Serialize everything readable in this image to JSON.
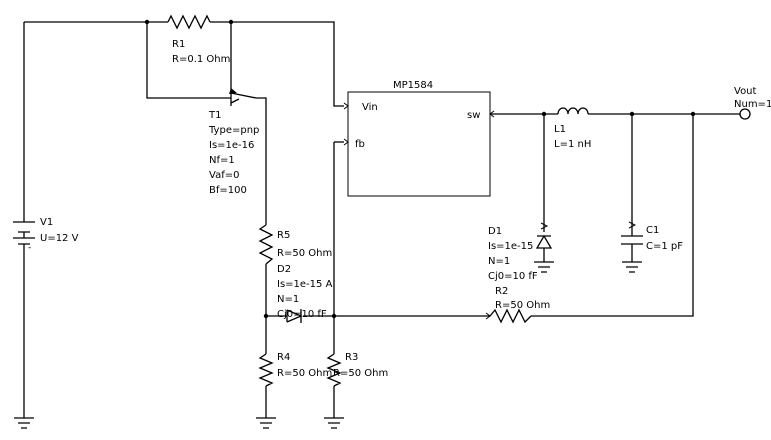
{
  "components": {
    "r1": {
      "name": "R1",
      "params": [
        "R=0.1 Ohm"
      ]
    },
    "t1": {
      "name": "T1",
      "params": [
        "Type=pnp",
        "Is=1e-16",
        "Nf=1",
        "Vaf=0",
        "Bf=100"
      ]
    },
    "v1": {
      "name": "V1",
      "params": [
        "U=12 V"
      ]
    },
    "r5": {
      "name": "R5",
      "params": [
        "R=50 Ohm"
      ]
    },
    "d2": {
      "name": "D2",
      "params": [
        "Is=1e-15 A",
        "N=1",
        "Cj0=10 fF"
      ]
    },
    "r4": {
      "name": "R4",
      "params": [
        "R=50 Ohm"
      ]
    },
    "r3": {
      "name": "R3",
      "params": [
        "R=50 Ohm"
      ]
    },
    "ic": {
      "name": "MP1584",
      "pins": {
        "vin": "Vin",
        "fb": "fb",
        "sw": "sw"
      }
    },
    "l1": {
      "name": "L1",
      "params": [
        "L=1 nH"
      ]
    },
    "d1": {
      "name": "D1",
      "params": [
        "Is=1e-15",
        "N=1",
        "Cj0=10 fF"
      ]
    },
    "c1": {
      "name": "C1",
      "params": [
        "C=1 pF"
      ]
    },
    "r2": {
      "name": "R2",
      "params": [
        "R=50 Ohm"
      ]
    },
    "vout": {
      "name": "Vout",
      "params": [
        "Num=1"
      ]
    }
  }
}
